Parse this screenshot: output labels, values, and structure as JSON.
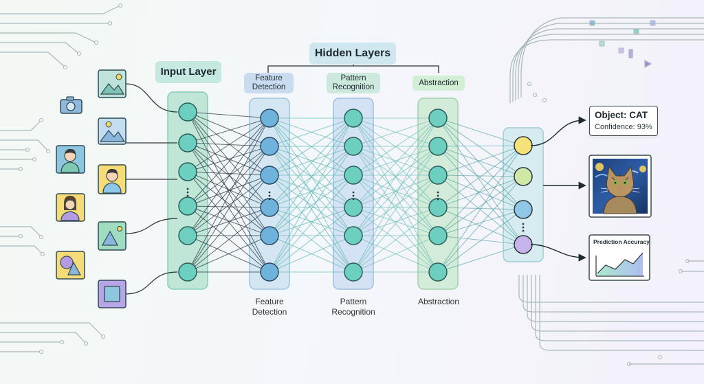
{
  "labels": {
    "input_layer": "Input Layer",
    "hidden_layers": "Hidden Layers",
    "feature_detection": "Feature\nDetection",
    "pattern_recognition": "Pattern\nRecognition",
    "abstraction": "Abstraction"
  },
  "outputs": {
    "object_title": "Object: CAT",
    "confidence": "Confidence: 93%",
    "prediction_title": "Prediction Accuracy"
  },
  "icons": [
    "camera-icon",
    "landscape-image-icon",
    "mountain-image-icon",
    "person-man-icon",
    "person-woman-icon",
    "person-man-icon",
    "triangle-image-icon",
    "shapes-icon",
    "square-image-icon",
    "cat-painting-image"
  ],
  "colors": {
    "input_layer": "#bfe6d7",
    "feature_layer": "#cde3f0",
    "pattern_layer": "#cfe0f3",
    "abstraction_layer": "#cfead6",
    "output_layer": "#d5ecf0",
    "node_teal": "#6ccfbf",
    "node_blue": "#6fb3dd",
    "output_yellow": "#f6e27a",
    "output_green": "#cfe8a6",
    "output_blue": "#8fc7e6",
    "output_purple": "#c7b3ec"
  }
}
